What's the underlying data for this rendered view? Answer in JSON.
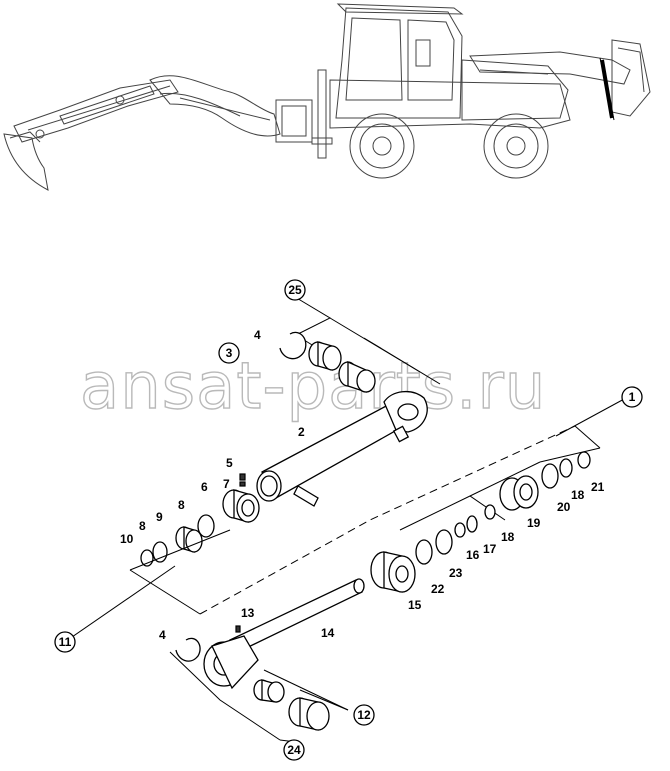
{
  "watermark": "ansat-parts.ru",
  "corner_code": "",
  "callouts": [
    {
      "id": "c1",
      "label": "1",
      "circled": true
    },
    {
      "id": "c2",
      "label": "2",
      "circled": false
    },
    {
      "id": "c3",
      "label": "3",
      "circled": true
    },
    {
      "id": "c4a",
      "label": "4",
      "circled": false
    },
    {
      "id": "c4b",
      "label": "4",
      "circled": false
    },
    {
      "id": "c5",
      "label": "5",
      "circled": false
    },
    {
      "id": "c6",
      "label": "6",
      "circled": false
    },
    {
      "id": "c7",
      "label": "7",
      "circled": false
    },
    {
      "id": "c8a",
      "label": "8",
      "circled": false
    },
    {
      "id": "c8b",
      "label": "8",
      "circled": false
    },
    {
      "id": "c9",
      "label": "9",
      "circled": false
    },
    {
      "id": "c10",
      "label": "10",
      "circled": false
    },
    {
      "id": "c11",
      "label": "11",
      "circled": true
    },
    {
      "id": "c12",
      "label": "12",
      "circled": true
    },
    {
      "id": "c13",
      "label": "13",
      "circled": false
    },
    {
      "id": "c14",
      "label": "14",
      "circled": false
    },
    {
      "id": "c15",
      "label": "15",
      "circled": false
    },
    {
      "id": "c16",
      "label": "16",
      "circled": false
    },
    {
      "id": "c17",
      "label": "17",
      "circled": false
    },
    {
      "id": "c18a",
      "label": "18",
      "circled": false
    },
    {
      "id": "c18b",
      "label": "18",
      "circled": false
    },
    {
      "id": "c19",
      "label": "19",
      "circled": false
    },
    {
      "id": "c20",
      "label": "20",
      "circled": false
    },
    {
      "id": "c21",
      "label": "21",
      "circled": false
    },
    {
      "id": "c22",
      "label": "22",
      "circled": false
    },
    {
      "id": "c23",
      "label": "23",
      "circled": false
    },
    {
      "id": "c24",
      "label": "24",
      "circled": true
    },
    {
      "id": "c25",
      "label": "25",
      "circled": true
    }
  ]
}
